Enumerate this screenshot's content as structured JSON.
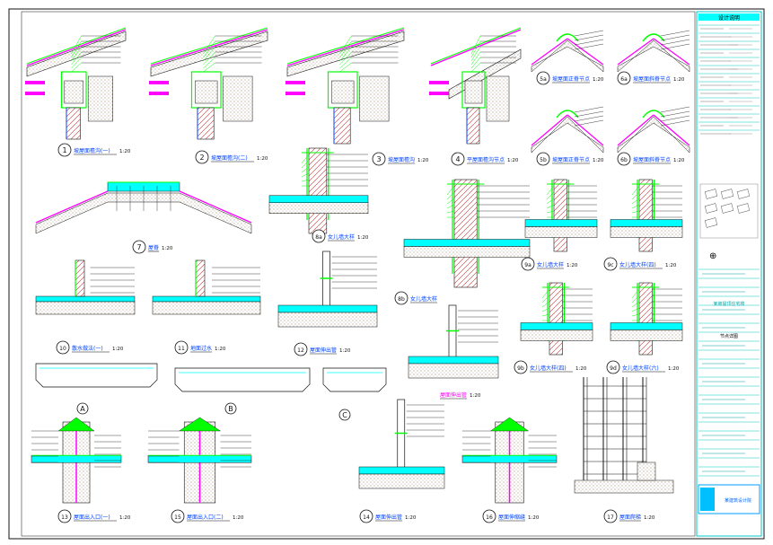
{
  "colors": {
    "line": "#111111",
    "green": "#00ff00",
    "cyan": "#00ffff",
    "magenta": "#ff00ff",
    "blue": "#0044ff",
    "red": "#ff2222",
    "yellow": "#ffff00",
    "hatch": "#c8a070"
  },
  "details": [
    {
      "num": "1",
      "title": "坡屋面檐沟(一)",
      "scale": "1:20"
    },
    {
      "num": "2",
      "title": "坡屋面檐沟(二)",
      "scale": "1:20"
    },
    {
      "num": "3",
      "title": "坡屋面檐沟",
      "scale": "1:20"
    },
    {
      "num": "4",
      "title": "平屋面檐沟节点",
      "scale": "1:20"
    },
    {
      "num": "5a",
      "title": "坡屋面正脊节点",
      "scale": "1:20"
    },
    {
      "num": "6a",
      "title": "坡屋面斜脊节点",
      "scale": "1:20"
    },
    {
      "num": "5b",
      "title": "坡屋面正脊节点",
      "scale": "1:20"
    },
    {
      "num": "6b",
      "title": "坡屋面斜脊节点",
      "scale": "1:20"
    },
    {
      "num": "7",
      "title": "屋脊",
      "scale": "1:20"
    },
    {
      "num": "8a",
      "title": "女儿墙大样",
      "scale": "1:20"
    },
    {
      "num": "8b",
      "title": "女儿墙大样",
      "scale": ""
    },
    {
      "num": "9a",
      "title": "女儿墙大样",
      "scale": "1:20"
    },
    {
      "num": "9c",
      "title": "女儿墙大样(四)",
      "scale": "1:20"
    },
    {
      "num": "9b",
      "title": "女儿墙大样(四)",
      "scale": "1:20"
    },
    {
      "num": "9d",
      "title": "女儿墙大样(六)",
      "scale": "1:20"
    },
    {
      "num": "10",
      "title": "散水做法(一)",
      "scale": "1:20"
    },
    {
      "num": "11",
      "title": "地面过水",
      "scale": "1:20"
    },
    {
      "num": "12",
      "title": "屋面伸出管",
      "scale": "1:20"
    },
    {
      "num": "13",
      "title": "屋面出入口(一)",
      "scale": "1:20"
    },
    {
      "num": "14",
      "title": "屋面伸出管",
      "scale": "1:20"
    },
    {
      "num": "15",
      "title": "屋面出入口(二)",
      "scale": "1:20"
    },
    {
      "num": "16",
      "title": "屋面伸缩缝",
      "scale": "1:20"
    },
    {
      "num": "17",
      "title": "屋面爬梯",
      "scale": "1:20"
    },
    {
      "num": "",
      "title": "屋面伸出管",
      "scale": "1:20"
    }
  ],
  "section_letters": [
    "A",
    "B",
    "C"
  ],
  "title_block": {
    "header": "设计说明",
    "project": "某坡屋顶住宅楼",
    "drawing_title": "节点详图",
    "footer": "某建筑设计院"
  }
}
